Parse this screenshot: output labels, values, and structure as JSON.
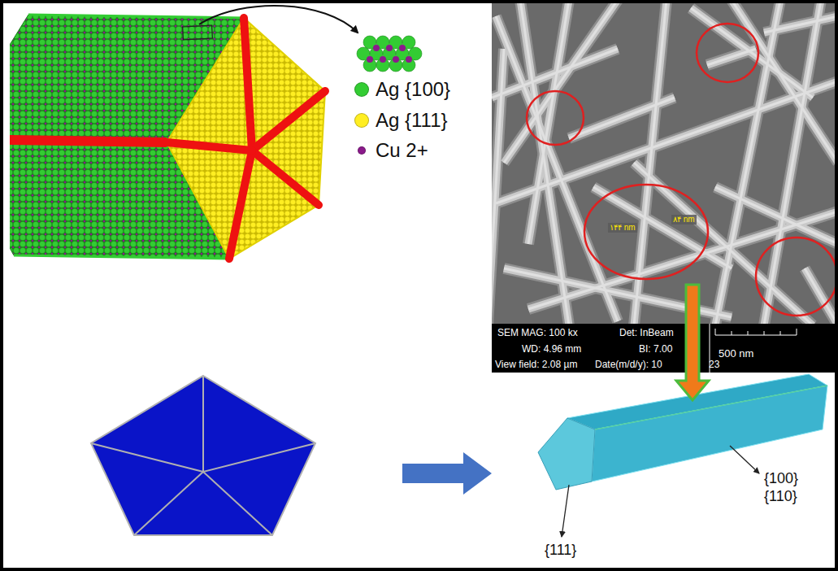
{
  "diagram": {
    "labels": [
      "SEM MAG: 100 kx",
      "Det: InBeam",
      "500 nm",
      "WD: 4.96 mm",
      "BI: 7.00",
      "View field: 2.08 µm",
      "Date(m/d/y): 10",
      "23",
      "۱۴۴ nm",
      "۸۴ nm",
      "{100}",
      "{110}",
      "{111}"
    ],
    "legend": [
      {
        "text": "Ag {100}",
        "color": "#33cc33"
      },
      {
        "text": "Ag {111}",
        "color": "#ffee22"
      },
      {
        "text": "Cu 2+",
        "color": "#8b1a8b"
      }
    ]
  }
}
